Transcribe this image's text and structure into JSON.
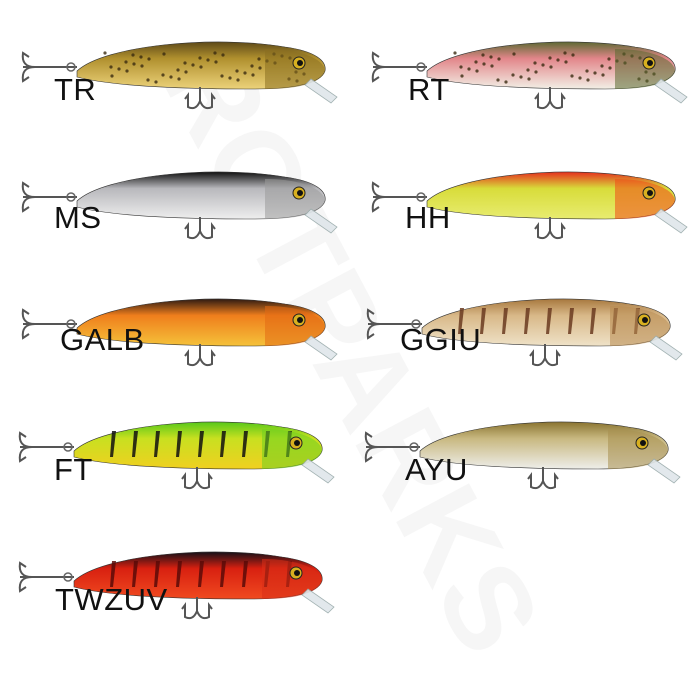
{
  "lures": [
    {
      "code": "TR",
      "top": "#5e4a18",
      "mid": "#b0902e",
      "belly": "#ecd27a",
      "head": "#8a7020",
      "pattern": "spots"
    },
    {
      "code": "RT",
      "top": "#5f6a34",
      "mid": "#e2868a",
      "belly": "#f2efe6",
      "head": "#5a6a30",
      "pattern": "spots"
    },
    {
      "code": "MS",
      "top": "#111111",
      "mid": "#b8b8bc",
      "belly": "#eeeeee",
      "head": "#9a9a9a",
      "pattern": "none"
    },
    {
      "code": "HH",
      "top": "#e5301e",
      "mid": "#d8dc3a",
      "belly": "#e8ec70",
      "head": "#f04a18",
      "pattern": "none"
    },
    {
      "code": "GALB",
      "top": "#2e1a12",
      "mid": "#ef7e1c",
      "belly": "#f5c23a",
      "head": "#e26a14",
      "pattern": "none"
    },
    {
      "code": "GGIU",
      "top": "#a8783e",
      "mid": "#d8b888",
      "belly": "#efe2c8",
      "head": "#b88a50",
      "pattern": "bars-brown"
    },
    {
      "code": "FT",
      "top": "#58c81a",
      "mid": "#c8e020",
      "belly": "#f0d020",
      "head": "#70d020",
      "pattern": "bars-black"
    },
    {
      "code": "AYU",
      "top": "#8a7430",
      "mid": "#c8b880",
      "belly": "#eeeeea",
      "head": "#a89050",
      "pattern": "none"
    },
    {
      "code": "TWZUV",
      "top": "#151018",
      "mid": "#d82010",
      "belly": "#f04a20",
      "head": "#d83018",
      "pattern": "bars-dark"
    }
  ],
  "watermark": "ROTPARKS"
}
